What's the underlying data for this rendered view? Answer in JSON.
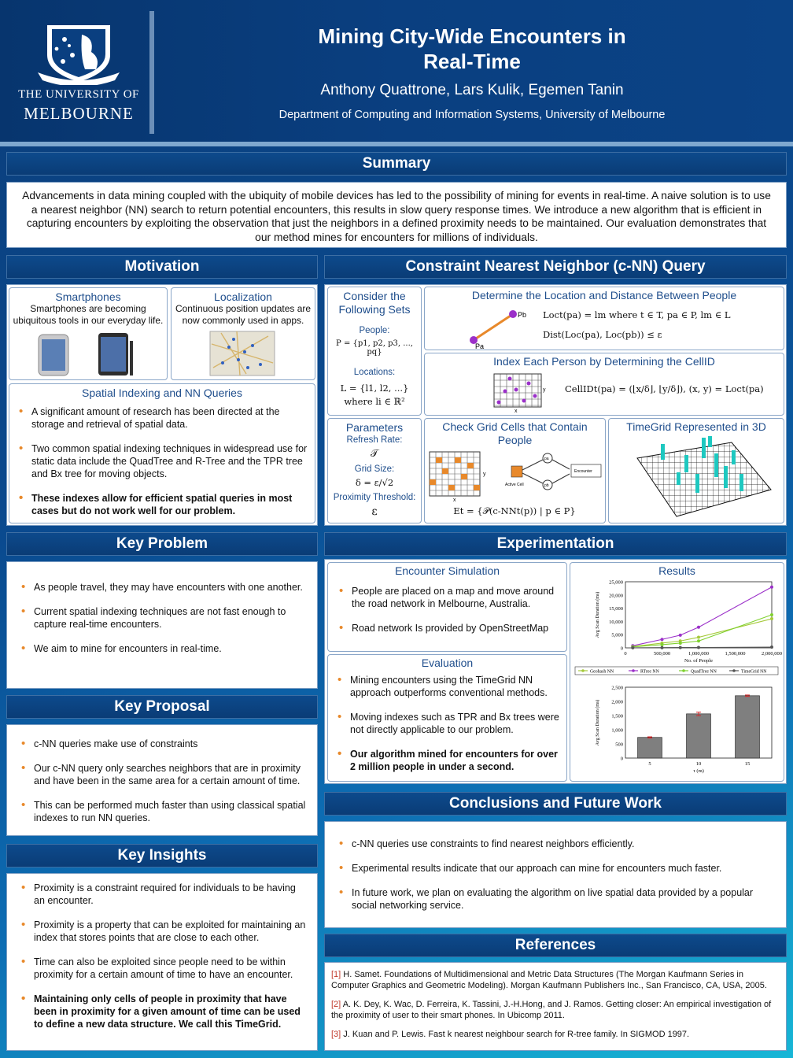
{
  "header": {
    "university_line1": "THE UNIVERSITY OF",
    "university_line2": "MELBOURNE",
    "title_line1": "Mining City-Wide Encounters in",
    "title_line2": "Real-Time",
    "authors": "Anthony Quattrone, Lars Kulik, Egemen Tanin",
    "department": "Department of Computing and Information Systems, University of Melbourne"
  },
  "summary": {
    "heading": "Summary",
    "text": "Advancements in data mining coupled with the ubiquity of mobile devices has led to the possibility of mining for events in real-time. A naive solution is to use a nearest neighbor (NN) search to return potential encounters, this results in slow query response times. We introduce a new algorithm that is efficient in capturing encounters by exploiting the observation that just the neighbors in a defined proximity needs to be maintained. Our evaluation demonstrates that our method mines for encounters for millions of individuals."
  },
  "motivation": {
    "heading": "Motivation",
    "smartphones_title": "Smartphones",
    "smartphones_text": "Smartphones are becoming ubiquitous tools in our everyday life.",
    "localization_title": "Localization",
    "localization_text": "Continuous position updates are now commonly used in apps.",
    "spatial_title": "Spatial Indexing and NN Queries",
    "b1": "A significant amount of research has been directed at the storage and retrieval of spatial data.",
    "b2": "Two common spatial indexing techniques in widespread use for static data include the QuadTree and R-Tree and the TPR tree and Bx tree for moving objects.",
    "b3": "These indexes allow for efficient spatial queries in most cases but do not work well for our problem."
  },
  "key_problem": {
    "heading": "Key Problem",
    "b1": "As people travel, they may have encounters with one another.",
    "b2": "Current spatial indexing techniques are not fast enough to capture real-time encounters.",
    "b3": "We aim to mine for encounters in real-time."
  },
  "key_proposal": {
    "heading": "Key Proposal",
    "b1": "c-NN queries make use of constraints",
    "b2": "Our c-NN query only searches neighbors that are in proximity and have been in the same area for a certain amount of time.",
    "b3": "This can be performed much faster than using classical spatial indexes to run NN queries."
  },
  "key_insights": {
    "heading": "Key Insights",
    "b1": "Proximity is a constraint required for individuals to be having an encounter.",
    "b2": "Proximity is a property that can be exploited for maintaining an index that stores points that are close to each other.",
    "b3": "Time can also be exploited since people need to be within proximity for a certain amount of time to have an encounter.",
    "b4": "Maintaining only cells of people in proximity that have been in proximity for a given amount of time can be used to define a new data structure. We call this TimeGrid."
  },
  "cnn": {
    "heading": "Constraint Nearest Neighbor (c-NN) Query",
    "sets_title": "Consider the Following Sets",
    "people_label": "People:",
    "people_math": "P = {p1, p2, p3, ..., pq}",
    "locations_label": "Locations:",
    "locations_math": "L = {l1, l2, ...}",
    "where_math": "where li ∈ ℝ²",
    "determine_title": "Determine the Location and Distance Between People",
    "pb": "Pb",
    "pa": "Pa",
    "loc_math": "Loct(pa) = lm where t ∈ T, pa ∈ P, lm ∈ L",
    "dist_math": "Dist(Loc(pa), Loc(pb)) ≤ ε",
    "index_title": "Index Each Person by Determining the CellID",
    "cellid_math": "CellIDt(pa) = (⌊x/δ⌋, ⌊y/δ⌋), (x, y) = Loct(pa)",
    "params_title": "Parameters",
    "refresh_label": "Refresh Rate:",
    "refresh_math": "𝒯",
    "grid_label": "Grid Size:",
    "grid_math": "δ = ε/√2",
    "prox_label": "Proximity Threshold:",
    "prox_math": "ε",
    "check_title": "Check Grid Cells that Contain People",
    "active_cell": "Active Cell",
    "encounter_box": "Encounter",
    "check_math": "Et = {𝒫(c-NNt(p)) | p ∈ P}",
    "timegrid_title": "TimeGrid Represented in 3D"
  },
  "experimentation": {
    "heading": "Experimentation",
    "sim_title": "Encounter Simulation",
    "sim_b1": "People are placed on a map and move around the road network in Melbourne, Australia.",
    "sim_b2": "Road network Is provided by OpenStreetMap",
    "eval_title": "Evaluation",
    "eval_b1": "Mining encounters using the TimeGrid NN approach outperforms conventional methods.",
    "eval_b2": "Moving indexes such as TPR and Bx trees were not directly applicable to our problem.",
    "eval_b3": "Our algorithm mined for encounters for over 2 million people in under a second.",
    "results_title": "Results"
  },
  "chart_data": [
    {
      "type": "line",
      "xlabel": "No. of People",
      "ylabel": "Avg Scan Duration (ms)",
      "x": [
        100000,
        500000,
        750000,
        1000000,
        2000000
      ],
      "xlim": [
        0,
        2000000
      ],
      "ylim": [
        0,
        25000
      ],
      "xticks": [
        "0",
        "500,000",
        "1,000,000",
        "1,500,000",
        "2,000,000"
      ],
      "yticks": [
        "0",
        "5,000",
        "10,000",
        "15,000",
        "20,000",
        "25,000"
      ],
      "series": [
        {
          "name": "Geohash NN",
          "color": "#a6c93a",
          "values": [
            500,
            1800,
            2600,
            4000,
            11000
          ]
        },
        {
          "name": "RTree NN",
          "color": "#9b30c9",
          "values": [
            800,
            3200,
            4800,
            7800,
            23000
          ]
        },
        {
          "name": "QuadTree NN",
          "color": "#7fd12e",
          "values": [
            400,
            1200,
            1800,
            2600,
            12500
          ]
        },
        {
          "name": "TimeGrid NN",
          "color": "#555555",
          "values": [
            40,
            80,
            120,
            150,
            300
          ]
        }
      ],
      "legend": "bottom"
    },
    {
      "type": "bar",
      "xlabel": "τ (m)",
      "ylabel": "Avg Scan Duration (ms)",
      "categories": [
        "5",
        "10",
        "15"
      ],
      "values": [
        730,
        1560,
        2200
      ],
      "errors": [
        20,
        60,
        25
      ],
      "ylim": [
        0,
        2500
      ],
      "yticks": [
        "0",
        "500",
        "1,000",
        "1,500",
        "2,000",
        "2,500"
      ],
      "bar_color": "#7f7f7f",
      "error_color": "#d62728"
    }
  ],
  "conclusions": {
    "heading": "Conclusions and Future Work",
    "b1": "c-NN queries use constraints to find nearest neighbors efficiently.",
    "b2": "Experimental results indicate that our approach can mine for encounters much faster.",
    "b3": "In future work, we plan on evaluating the algorithm on live spatial data provided by a popular social networking service."
  },
  "references": {
    "heading": "References",
    "r1_num": "[1]",
    "r1": "H. Samet. Foundations of Multidimensional and Metric Data Structures (The Morgan Kaufmann Series in Computer Graphics and Geometric Modeling). Morgan Kaufmann Publishers Inc., San Francisco, CA, USA, 2005.",
    "r2_num": "[2]",
    "r2": "A. K. Dey, K. Wac, D. Ferreira, K. Tassini, J.-H.Hong, and J. Ramos. Getting closer: An empirical investigation of the proximity of user to their smart phones. In Ubicomp 2011.",
    "r3_num": "[3]",
    "r3": "J. Kuan and P. Lewis. Fast k nearest neighbour search for R-tree family. In SIGMOD 1997."
  }
}
